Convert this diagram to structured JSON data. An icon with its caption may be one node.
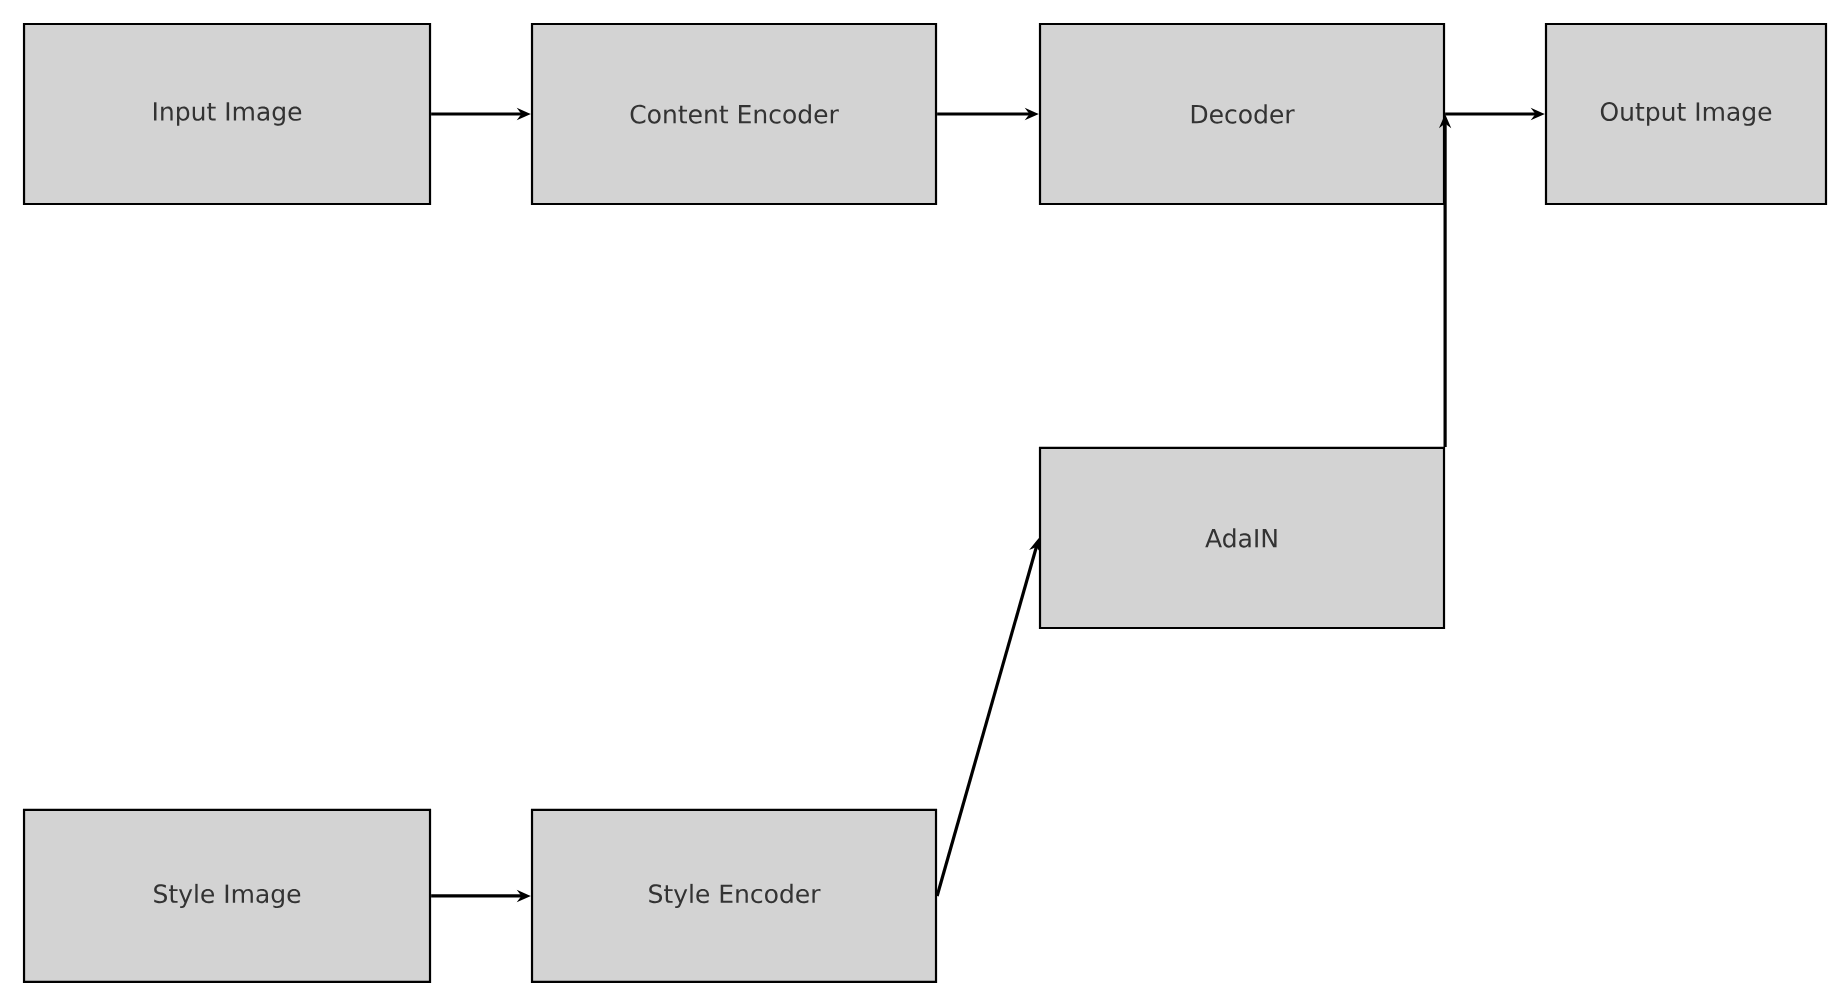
{
  "diagram": {
    "nodes": [
      {
        "text": [
          "Input Image"
        ]
      },
      {
        "text": [
          "Content Encoder"
        ]
      },
      {
        "text": [
          "Decoder"
        ]
      },
      {
        "text": [
          "Output Image"
        ]
      },
      {
        "text": [
          "AdaIN"
        ]
      },
      {
        "text": [
          "Style Image"
        ]
      },
      {
        "text": [
          "Style Encoder"
        ]
      }
    ],
    "edges": [
      {
        "from": 0,
        "to": 1,
        "arrow": "to"
      },
      {
        "from": 1,
        "to": 2,
        "arrow": "to"
      },
      {
        "from": 2,
        "to": 3,
        "arrow": "to"
      },
      {
        "from": 5,
        "to": 6,
        "arrow": "to"
      },
      {
        "from": 6,
        "to": 4,
        "arrow": "to"
      },
      {
        "from": 4,
        "to": 2,
        "arrow": "to"
      }
    ]
  }
}
